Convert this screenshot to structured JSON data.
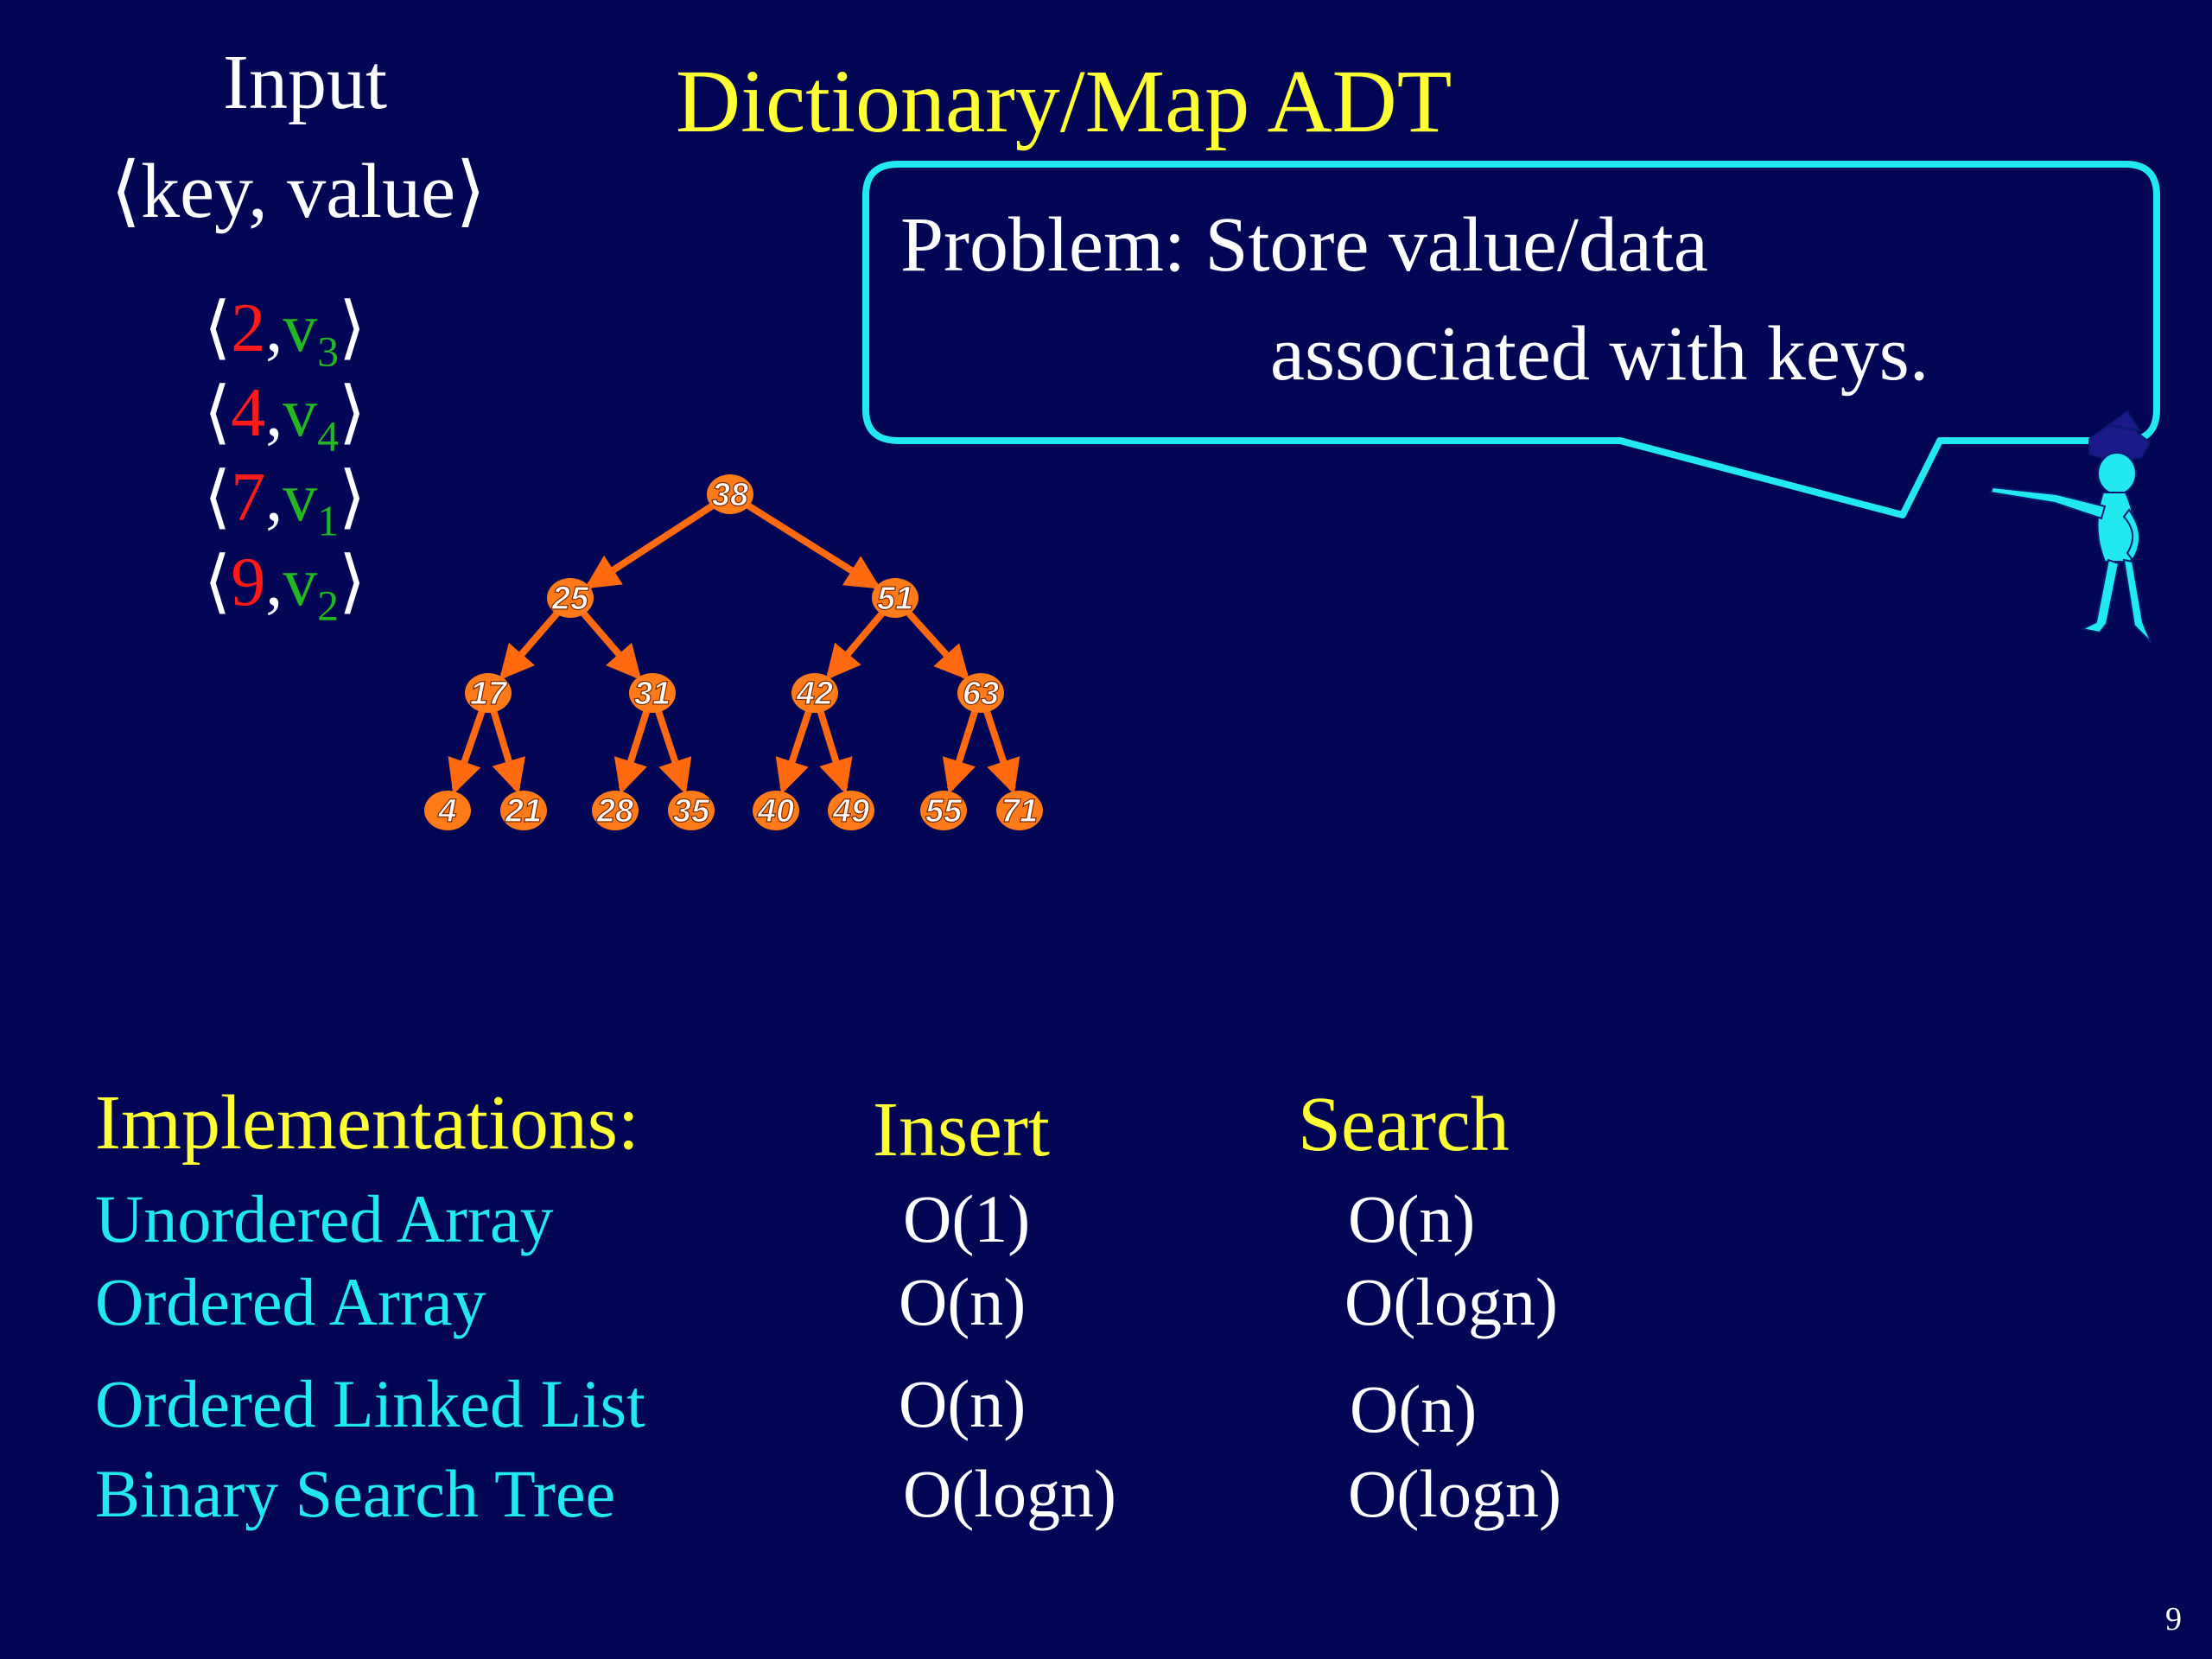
{
  "title": "Dictionary/Map ADT",
  "input": {
    "heading": "Input",
    "format": "⟨key, value⟩",
    "pairs": [
      {
        "open": "⟨",
        "key": "2",
        "comma": ",",
        "v": "v",
        "sub": "3",
        "close": "⟩"
      },
      {
        "open": "⟨",
        "key": "4",
        "comma": ",",
        "v": "v",
        "sub": "4",
        "close": "⟩"
      },
      {
        "open": "⟨",
        "key": "7",
        "comma": ",",
        "v": "v",
        "sub": "1",
        "close": "⟩"
      },
      {
        "open": "⟨",
        "key": "9",
        "comma": ",",
        "v": "v",
        "sub": "2",
        "close": "⟩"
      }
    ]
  },
  "callout": {
    "line1": "Problem: Store value/data",
    "line2": "associated with keys."
  },
  "tree": {
    "levels": [
      [
        "38"
      ],
      [
        "25",
        "51"
      ],
      [
        "17",
        "31",
        "42",
        "63"
      ],
      [
        "4",
        "21",
        "28",
        "35",
        "40",
        "49",
        "55",
        "71"
      ]
    ],
    "node_color": "#ff7a18",
    "edge_color": "#ff6a10"
  },
  "table": {
    "heading": "Implementations:",
    "col_insert": "Insert",
    "col_search": "Search",
    "rows": [
      {
        "name": "Unordered Array",
        "insert": "O(1)",
        "search": "O(n)"
      },
      {
        "name": "Ordered Array",
        "insert": "O(n)",
        "search": "O(logn)"
      },
      {
        "name": "Ordered Linked List",
        "insert": "O(n)",
        "search": "O(n)"
      },
      {
        "name": "Binary Search Tree",
        "insert": "O(logn)",
        "search": "O(logn)"
      }
    ]
  },
  "page_number": "9",
  "colors": {
    "background": "#020655",
    "title": "#ffff33",
    "accent": "#22e8f0",
    "key": "#ff1a1a",
    "value": "#22b822"
  }
}
